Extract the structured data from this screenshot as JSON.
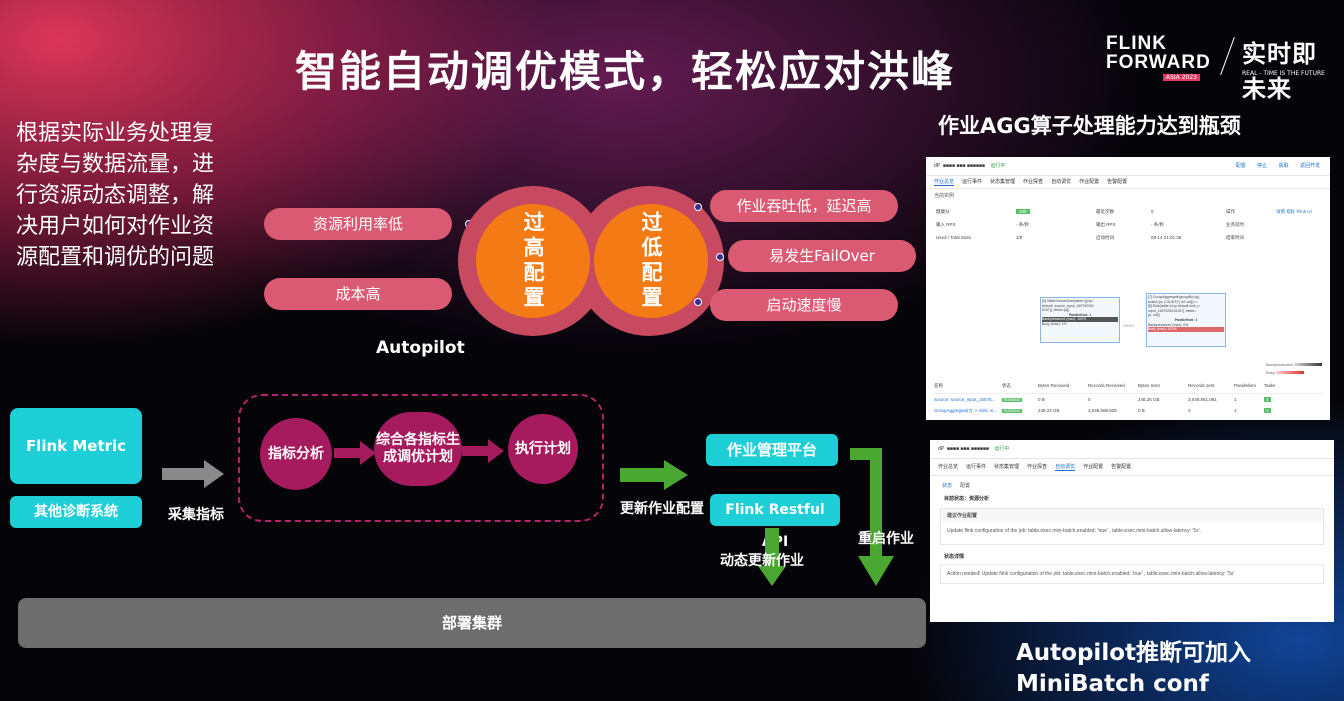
{
  "title": "智能自动调优模式，轻松应对洪峰",
  "logo": {
    "line1": "FLINK",
    "line2": "FORWARD",
    "asia": "ASIA 2023",
    "cn": "实时即未来",
    "en": "REAL - TIME IS THE FUTURE"
  },
  "left_text": "根据实际业务处理复杂度与数据流量，进行资源动态调整，解决用户如何对作业资源配置和调优的问题",
  "right_heading": "作业AGG算子处理能力达到瓶颈",
  "bottom_heading": {
    "line1": "Autopilot推断可加入",
    "line2": "MiniBatch conf"
  },
  "autopilot": {
    "left_items": [
      "资源利用率低",
      "成本高"
    ],
    "right_items": [
      "作业吞吐低，延迟高",
      "易发生FailOver",
      "启动速度慢"
    ],
    "high": "过高配置",
    "low": "过低配置",
    "label": "Autopilot"
  },
  "flow": {
    "metric": "Flink Metric",
    "other": "其他诊断系统",
    "collect": "采集指标",
    "steps": [
      "指标分析",
      "综合各指标生成调优计划",
      "执行计划"
    ],
    "update_config": "更新作业配置",
    "platform": "作业管理平台",
    "restful": "Flink  Restful API",
    "dynamic": "动态更新作业",
    "restart": "重启作业",
    "cluster": "部署集群"
  },
  "screenshot1": {
    "status": "运行中",
    "top_links": [
      "配置",
      "停止",
      "获取",
      "返回开发"
    ],
    "tabs": [
      "作业总览",
      "运行事件",
      "状态集管理",
      "作业探查",
      "自动调优",
      "作业配置",
      "告警配置"
    ],
    "sub": "当前实例",
    "rows": [
      [
        "健康分",
        "100",
        "最近次数",
        "0",
        "操作",
        "详情  指标  Flink UI"
      ],
      [
        "输入 RPS",
        "- 条/秒",
        "输出 RPS",
        "- 条/秒",
        "业务延时",
        ""
      ],
      [
        "Used / Total Slots",
        "2/8",
        "启动时间",
        "09-14 21:01:38",
        "结束时间",
        ""
      ]
    ],
    "node1": [
      "[5]:TableSourceScan(table=[[vvp,",
      "default, source_input_165752391",
      "5157]], fields=[a])",
      "Parallelism: 1",
      "Backpressured (max): 100%",
      "Busy (max): 1%"
    ],
    "node2": [
      "[7]:GroupAggregate(groupBy=[a],",
      "select=[a, COUNT(*) AS cnt])=>",
      "[8]:Sink(table=[vvp.default.sink_o",
      "utput_1657523915157], fields=",
      "[a, cnt])",
      "Parallelism: 1",
      "Backpressured (max): 0%",
      "Busy (max): 100%"
    ],
    "hash": "HASH",
    "legend": [
      "Backpressured",
      "Busy"
    ],
    "table_head": [
      "名称",
      "状态",
      "Bytes Received",
      "Records Received",
      "Bytes Sent",
      "Records sent",
      "Parallelism",
      "Tasks"
    ],
    "table_rows": [
      [
        "Source: source_input_16575...",
        "RUNNING",
        "0 B",
        "0",
        "248.25 GB",
        "3,049,851,081",
        "1",
        "1"
      ],
      [
        "GroupAggregate[7] -> Sink: si...",
        "RUNNING",
        "248.24 GB",
        "3,049,698,828",
        "0 B",
        "0",
        "1",
        "1"
      ]
    ]
  },
  "screenshot2": {
    "status": "运行中",
    "tabs": [
      "作业总览",
      "运行事件",
      "状态集管理",
      "作业探查",
      "自动调优",
      "作业配置",
      "告警配置"
    ],
    "subtabs": [
      "状态",
      "配置"
    ],
    "state": "目前状态：资源分析",
    "suggest_title": "建议作业配置",
    "suggest": "Update flink configuration of the job: table.exec.mini-batch.enabled: 'true' , table.exec.mini-batch.allow-latency: '5s'.",
    "detail_title": "状态详情",
    "detail": "Action needed! Update flink configuration of the job: table.exec.mini-batch.enabled: 'true' , table.exec.mini-batch.allow-latency: '5s'"
  },
  "colors": {
    "pink_pill": "#db5a73",
    "orange": "#f47a16",
    "cyan": "#1ecfd7",
    "magenta": "#a61a5e",
    "green": "#4aa832",
    "grey_bar": "#6d6d6d"
  }
}
